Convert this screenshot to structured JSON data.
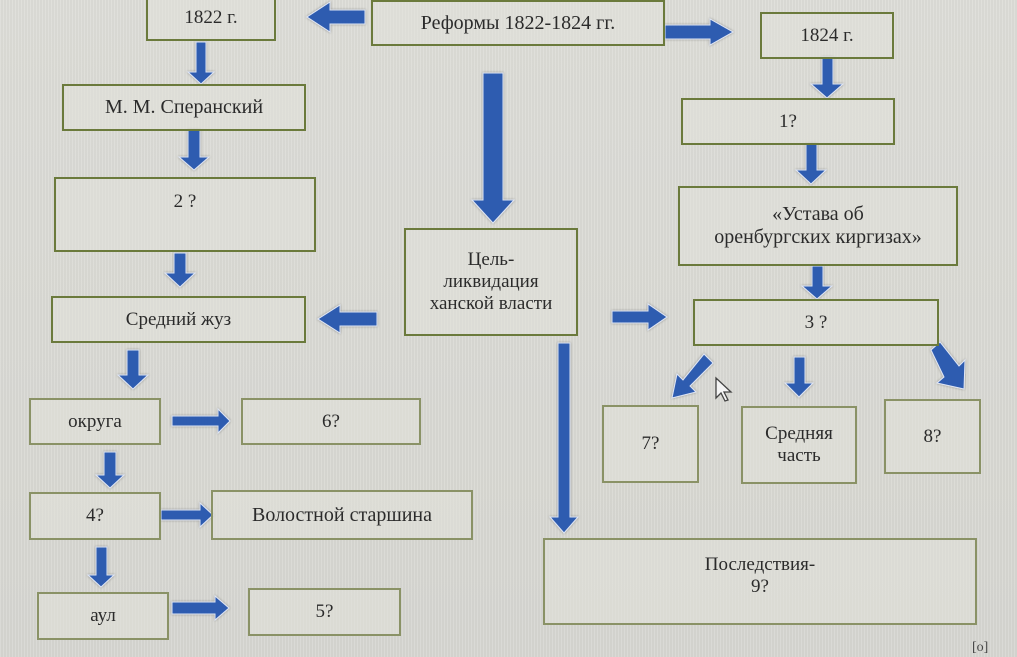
{
  "diagram": {
    "title": "Реформы 1822-1824 гг.",
    "colors": {
      "arrow": "#2f5bb0",
      "box_border": "#6b7a3c",
      "background": "#d9d9d4"
    },
    "left_branch": {
      "year": "1822 г.",
      "author": "М. М. Сперанский",
      "q2": "2 ?",
      "zhuz": "Средний жуз",
      "okruga": "округа",
      "q6": "6?",
      "q4": "4?",
      "volost": "Волостной старшина",
      "aul": "аул",
      "q5": "5?"
    },
    "center": {
      "goal_line1": "Цель-",
      "goal_line2": "ликвидация",
      "goal_line3": "ханской власти",
      "consequences_line1": "Последствия-",
      "consequences_line2": "9?"
    },
    "right_branch": {
      "year": "1824 г.",
      "q1": "1?",
      "charter_line1": "«Устава об",
      "charter_line2": "оренбургских киргизах»",
      "q3": "3 ?",
      "q7": "7?",
      "middle_line1": "Средняя",
      "middle_line2": "часть",
      "q8": "8?"
    },
    "corner_mark": "[o]"
  }
}
